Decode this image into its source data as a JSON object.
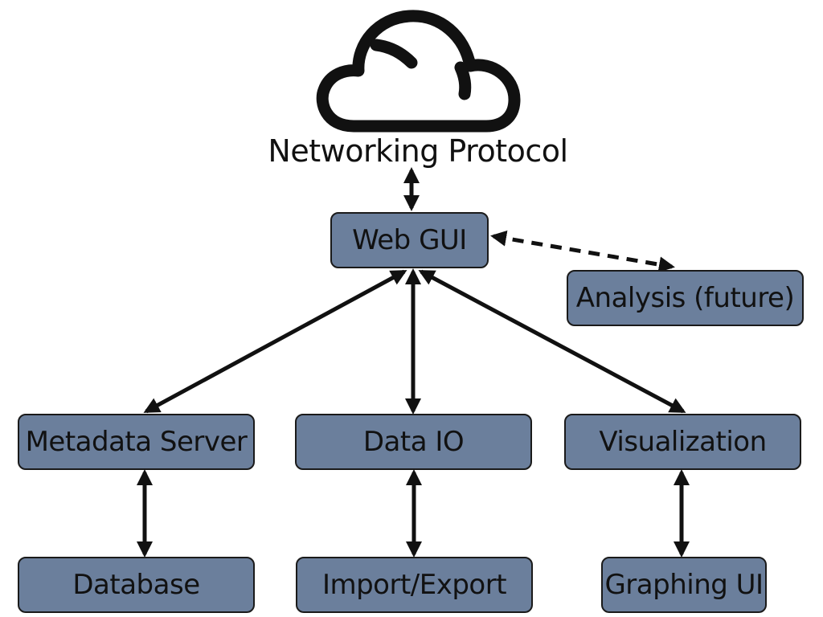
{
  "cloud": {
    "label": "Networking Protocol"
  },
  "nodes": {
    "web_gui": "Web GUI",
    "analysis": "Analysis (future)",
    "metadata_server": "Metadata Server",
    "data_io": "Data IO",
    "visualization": "Visualization",
    "database": "Database",
    "import_export": "Import/Export",
    "graphing_ui": "Graphing UI"
  },
  "colors": {
    "box_fill": "#6b7f9c",
    "stroke": "#111111",
    "background": "#ffffff"
  }
}
